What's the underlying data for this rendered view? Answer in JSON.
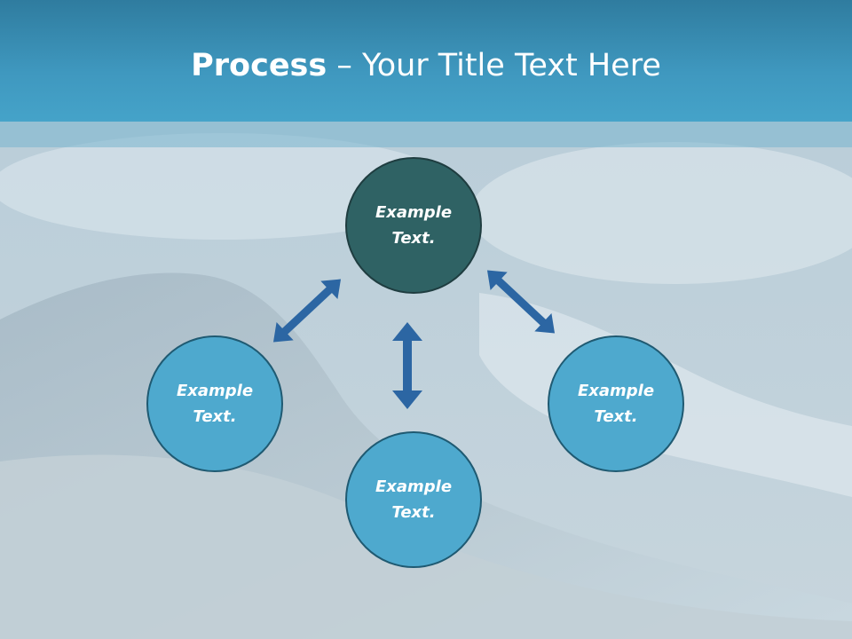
{
  "title": {
    "bold": "Process",
    "rest": " – Your Title Text Here"
  },
  "nodes": {
    "top": "Example Text.",
    "left": "Example Text.",
    "bottom": "Example Text.",
    "right": "Example Text."
  },
  "colors": {
    "title_bar": "#3f98bf",
    "node_light": "#4ea9ce",
    "node_dark": "#2f6264",
    "arrow": "#2c66a3"
  }
}
